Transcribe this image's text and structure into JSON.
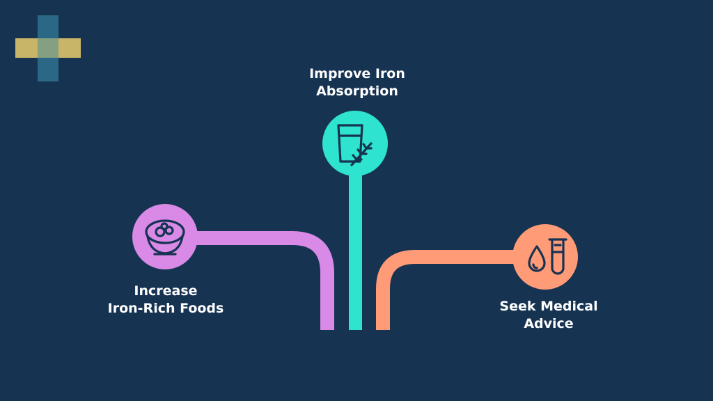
{
  "colors": {
    "background": "#163352",
    "foods": "#d88ae6",
    "absorption": "#2ee3cf",
    "medical": "#ff9b77",
    "icon_stroke": "#163352",
    "logo_gold": "#d9c06a",
    "logo_teal": "#2d6e8c"
  },
  "branches": [
    {
      "id": "foods",
      "label_lines": [
        "Increase",
        "Iron-Rich Foods"
      ],
      "icon": "food-bowl-icon"
    },
    {
      "id": "absorption",
      "label_lines": [
        "Improve Iron",
        "Absorption"
      ],
      "icon": "water-glass-icon"
    },
    {
      "id": "medical",
      "label_lines": [
        "Seek Medical",
        "Advice"
      ],
      "icon": "blood-test-tube-icon"
    }
  ]
}
